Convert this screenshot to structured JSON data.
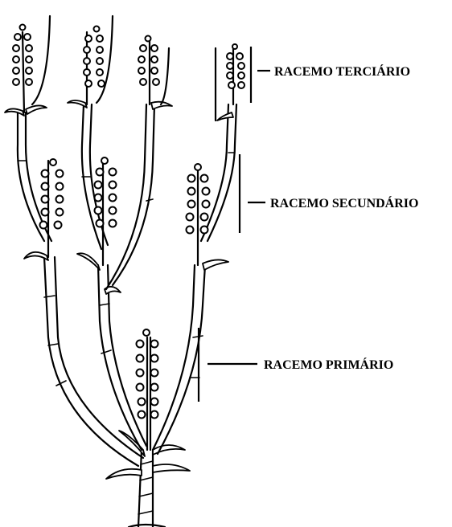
{
  "labels": {
    "tertiary": "RACEMO TERCIÁRIO",
    "secondary": "RACEMO SECUNDÁRIO",
    "primary": "RACEMO PRIMÁRIO"
  }
}
